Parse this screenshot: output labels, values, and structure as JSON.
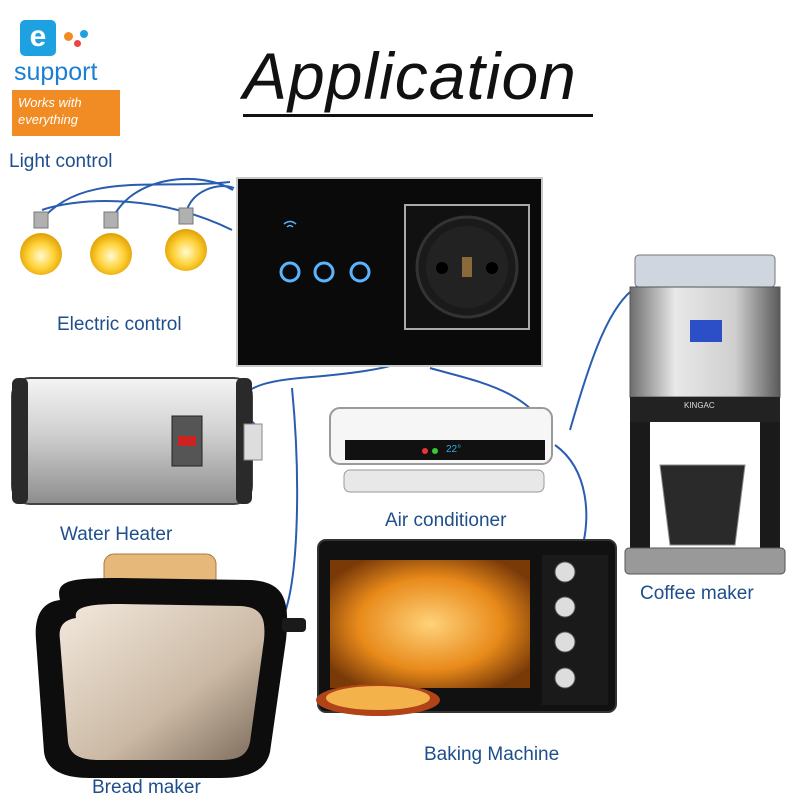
{
  "brand": {
    "logo_letter": "e",
    "name": "support",
    "tagline": "Works with everything",
    "colors": {
      "blue": "#1da1e0",
      "orange": "#f08c23"
    }
  },
  "title": "Application",
  "labels": {
    "light_control": "Light control",
    "electric_control": "Electric control",
    "water_heater": "Water Heater",
    "air_conditioner": "Air conditioner",
    "coffee_maker": "Coffee maker",
    "baking_machine": "Baking Machine",
    "bread_maker": "Bread maker"
  },
  "devices": {
    "air_conditioner_display": "22°",
    "coffee_maker_brand": "KINGAC"
  },
  "colors": {
    "label_blue": "#1e4e8c",
    "wire_blue": "#2a5db0",
    "panel_black": "#0a0a0a"
  }
}
